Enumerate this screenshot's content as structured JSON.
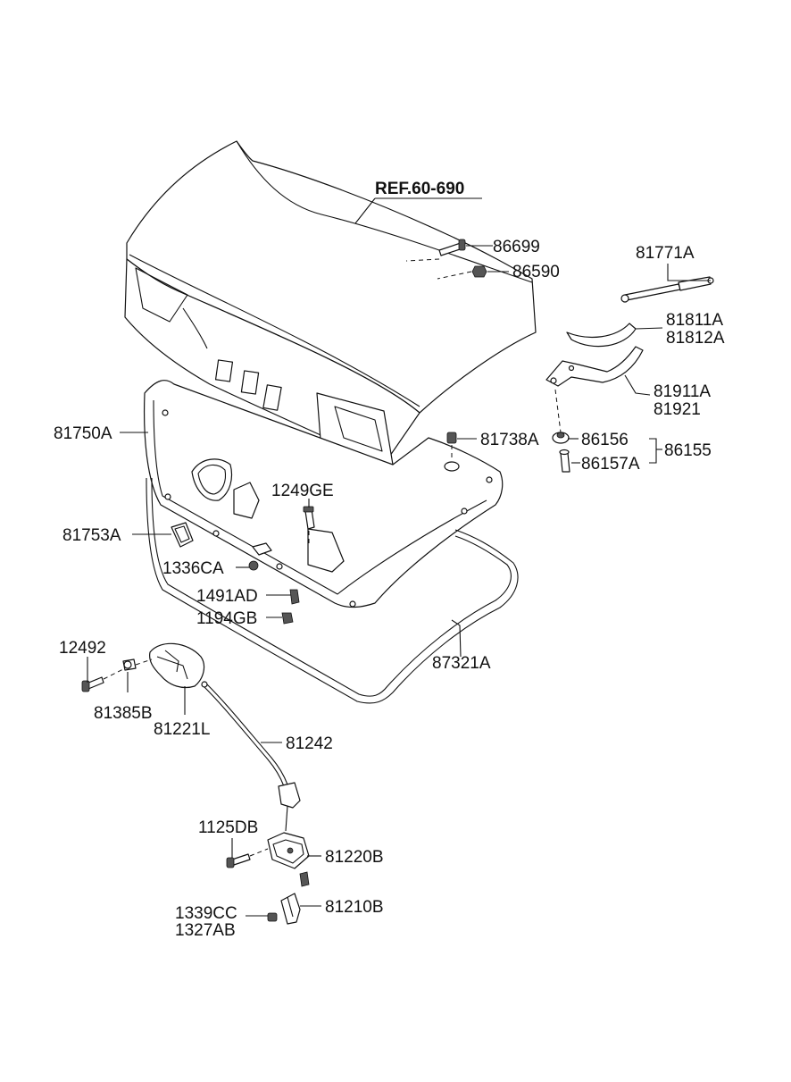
{
  "diagram": {
    "ref_label": "REF.60-690",
    "part_numbers": {
      "p86699": "86699",
      "p86590": "86590",
      "p81771A": "81771A",
      "p81811A": "81811A",
      "p81812A": "81812A",
      "p81911A": "81911A",
      "p81921": "81921",
      "p81750A": "81750A",
      "p81738A": "81738A",
      "p86156": "86156",
      "p86155": "86155",
      "p86157A": "86157A",
      "p1249GE": "1249GE",
      "p81753A": "81753A",
      "p1336CA": "1336CA",
      "p1491AD": "1491AD",
      "p1194GB": "1194GB",
      "p12492": "12492",
      "p87321A": "87321A",
      "p81385B": "81385B",
      "p81221L": "81221L",
      "p81242": "81242",
      "p1125DB": "1125DB",
      "p81220B": "81220B",
      "p81210B": "81210B",
      "p1339CC": "1339CC",
      "p1327AB": "1327AB"
    }
  }
}
